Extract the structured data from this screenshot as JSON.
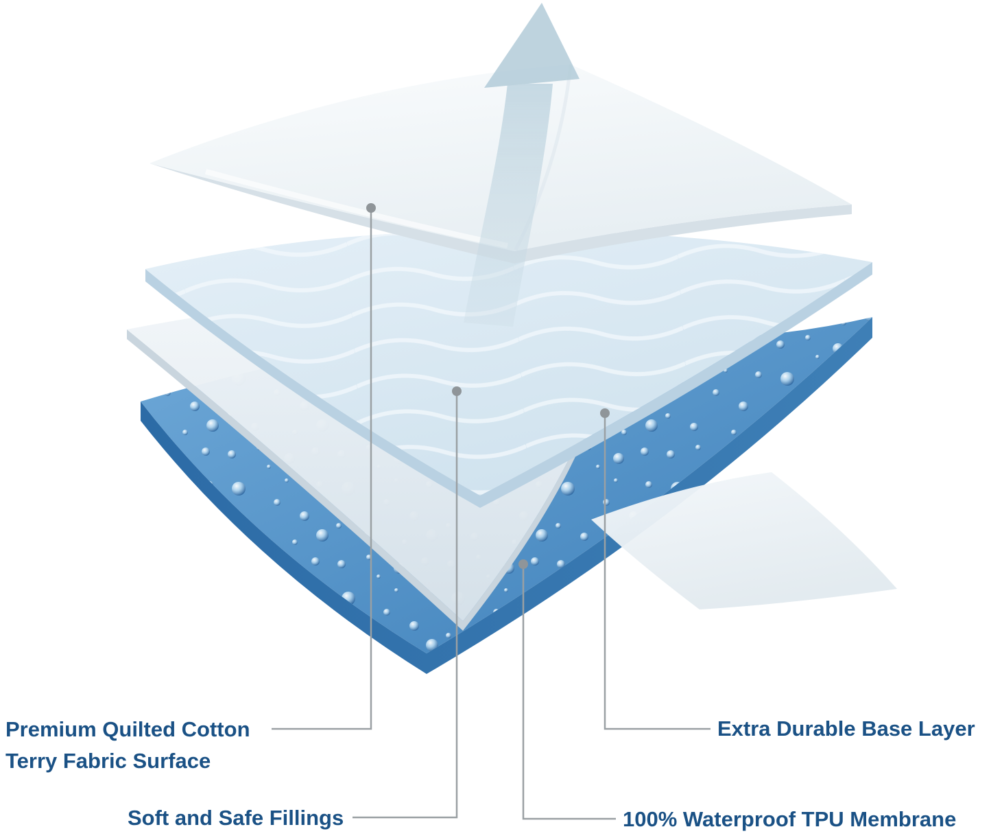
{
  "diagram": {
    "type": "product-layer-diagram",
    "labels": {
      "premium_line1": "Premium Quilted Cotton",
      "premium_line2": "Terry Fabric Surface",
      "fillings": "Soft and Safe Fillings",
      "base": "Extra Durable Base Layer",
      "membrane": "100% Waterproof TPU Membrane"
    },
    "icons": {
      "arrow": "up-arrow-icon"
    },
    "colors": {
      "label_text": "#1a5185",
      "callout_line": "#9aa0a3",
      "base_layer_blue": "#4e8fc5",
      "fillings_blue": "#dce9f3",
      "membrane_gray": "#e7edf2",
      "top_fabric_white": "#f3f7fa",
      "arrow_blue_gray": "#b5ccd9"
    }
  }
}
